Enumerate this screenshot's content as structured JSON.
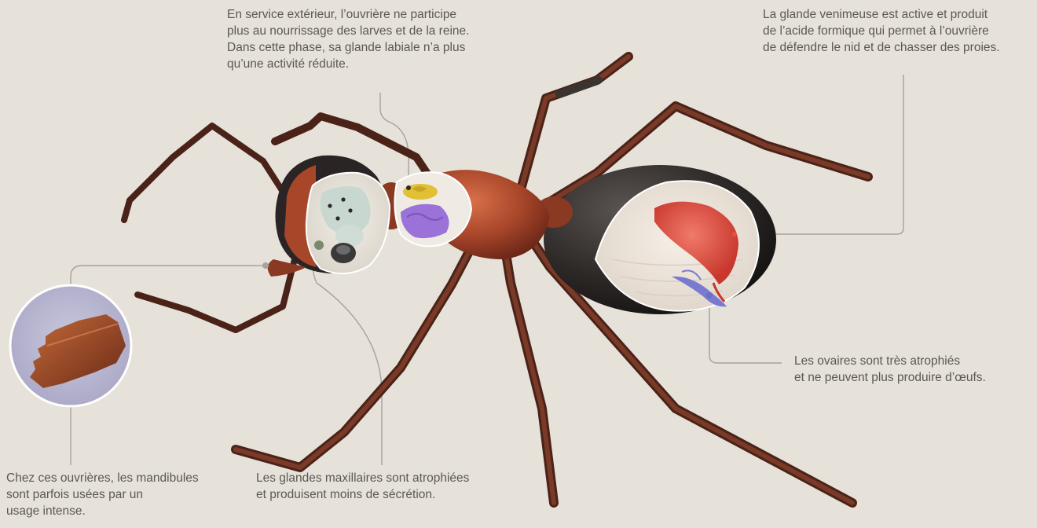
{
  "annotations": {
    "labial_gland": [
      "En service extérieur, l’ouvrière ne participe",
      "plus au nourrissage des larves et de la reine.",
      "Dans cette phase, sa glande labiale n’a plus",
      "qu’une activité réduite."
    ],
    "venom_gland": [
      "La glande venimeuse est active et produit",
      "de l’acide formique qui permet à l’ouvrière",
      "de défendre le nid et de chasser des proies."
    ],
    "ovaries": [
      "Les ovaires sont très atrophiés",
      "et ne peuvent plus produire d’œufs."
    ],
    "mandibles": [
      "Chez ces ouvrières, les mandibules",
      "sont parfois usées par un",
      "usage intense."
    ],
    "maxillary_glands": [
      "Les glandes maxillaires sont atrophiées",
      "et produisent moins de sécrétion."
    ]
  },
  "colors": {
    "background": "#e6e2da",
    "ant_body": "#a8462a",
    "ant_legs": "#5a2a1e",
    "gaster_dark": "#2e2a28",
    "labial_gland": "#e2c033",
    "labial_gland_lower": "#9a72d8",
    "venom_gland": "#d8463a",
    "ovary": "#7a7ad0",
    "head_glands": "#c8d8d0",
    "leader_line": "#a6a29c",
    "text": "#5b5854"
  },
  "illustration": {
    "subject": "ant",
    "callouts": [
      "head-cutaway",
      "thorax-cutaway",
      "gaster-cutaway",
      "mandible-magnifier"
    ]
  }
}
